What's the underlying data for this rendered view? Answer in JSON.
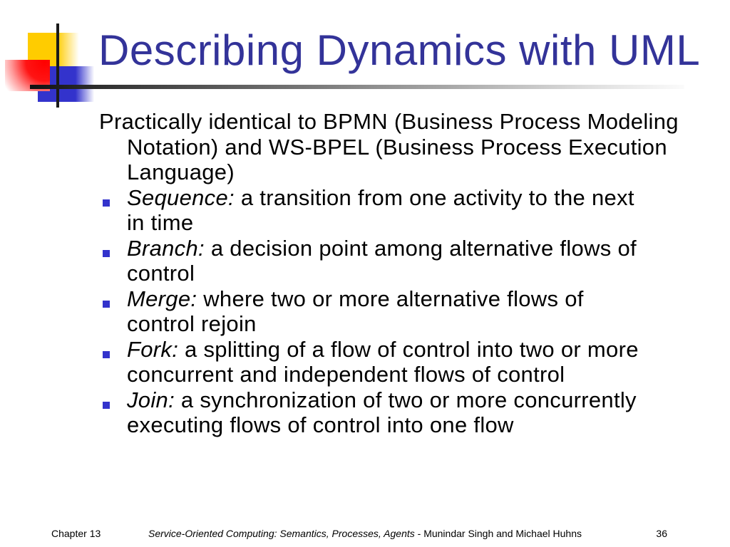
{
  "slide": {
    "title": "Describing Dynamics with UML",
    "intro": "Practically identical to BPMN (Business Process Modeling\nNotation) and WS-BPEL (Business Process Execution\nLanguage)",
    "bullets": [
      {
        "lead": "Sequence:",
        "text": " a transition from one activity to the next\nin time"
      },
      {
        "lead": "Branch:",
        "text": " a decision point among alternative flows of\ncontrol"
      },
      {
        "lead": "Merge:",
        "text": " where two or more alternative flows of\ncontrol rejoin"
      },
      {
        "lead": "Fork:",
        "text": " a splitting of a flow of control into two or more\nconcurrent and independent flows of control"
      },
      {
        "lead": "Join:",
        "text": " a synchronization of two or more concurrently\nexecuting flows of control into one flow"
      }
    ],
    "footer": {
      "chapter": "Chapter 13",
      "book_title": "Service-Oriented Computing: Semantics, Processes, Agents",
      "authors": " - Munindar Singh and Michael Huhns",
      "page_number": "36"
    },
    "colors": {
      "title_text": "#333399",
      "bullet_marker": "#3333cc",
      "deco_yellow": "#FFCC00",
      "deco_red": "#FF0000",
      "deco_blue": "#3333CC",
      "rule_dark": "#111111"
    }
  }
}
